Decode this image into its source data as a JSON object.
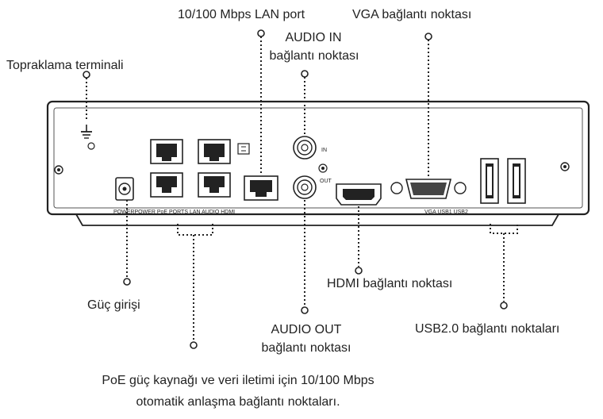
{
  "labels": {
    "lan_port": "10/100 Mbps LAN port",
    "vga": "VGA bağlantı noktası",
    "audio_in_1": "AUDIO IN",
    "audio_in_2": "bağlantı noktası",
    "ground": "Topraklama terminali",
    "hdmi": "HDMI bağlantı noktası",
    "power": "Güç girişi",
    "audio_out_1": "AUDIO OUT",
    "audio_out_2": "bağlantı noktası",
    "usb": "USB2.0 bağlantı noktaları",
    "poe_1": "PoE güç kaynağı ve veri iletimi için 10/100 Mbps",
    "poe_2": "otomatik anlaşma bağlantı noktaları."
  },
  "panel": {
    "in": "IN",
    "out": "OUT",
    "bottom_left": "POWERPOWER PoE  PORTS LAN AUDIO HDMI",
    "bottom_right": "VGA USB1 USB2"
  }
}
